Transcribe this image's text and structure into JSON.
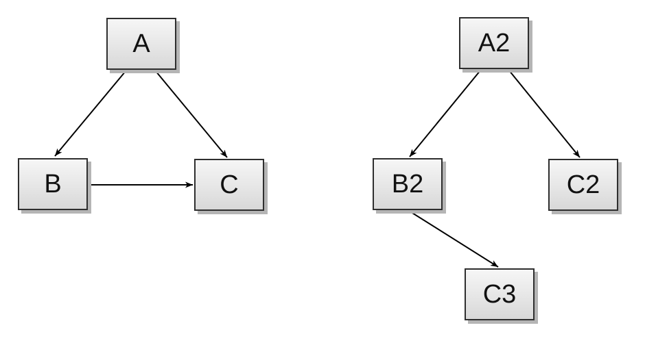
{
  "diagram": {
    "left_graph": {
      "nodes": [
        {
          "id": "A",
          "label": "A"
        },
        {
          "id": "B",
          "label": "B"
        },
        {
          "id": "C",
          "label": "C"
        }
      ],
      "edges": [
        {
          "from": "A",
          "to": "B"
        },
        {
          "from": "A",
          "to": "C"
        },
        {
          "from": "B",
          "to": "C"
        }
      ]
    },
    "right_graph": {
      "nodes": [
        {
          "id": "A2",
          "label": "A2"
        },
        {
          "id": "B2",
          "label": "B2"
        },
        {
          "id": "C2",
          "label": "C2"
        },
        {
          "id": "C3",
          "label": "C3"
        }
      ],
      "edges": [
        {
          "from": "A2",
          "to": "B2"
        },
        {
          "from": "A2",
          "to": "C2"
        },
        {
          "from": "B2",
          "to": "C3"
        }
      ]
    }
  },
  "colors": {
    "background": "#ffffff",
    "node_fill_top": "#f6f6f6",
    "node_fill_bottom": "#d8d8d8",
    "node_border": "#2e2e2e",
    "node_shadow": "#b5b5b5",
    "edge_stroke": "#000000",
    "label_text": "#111111"
  }
}
